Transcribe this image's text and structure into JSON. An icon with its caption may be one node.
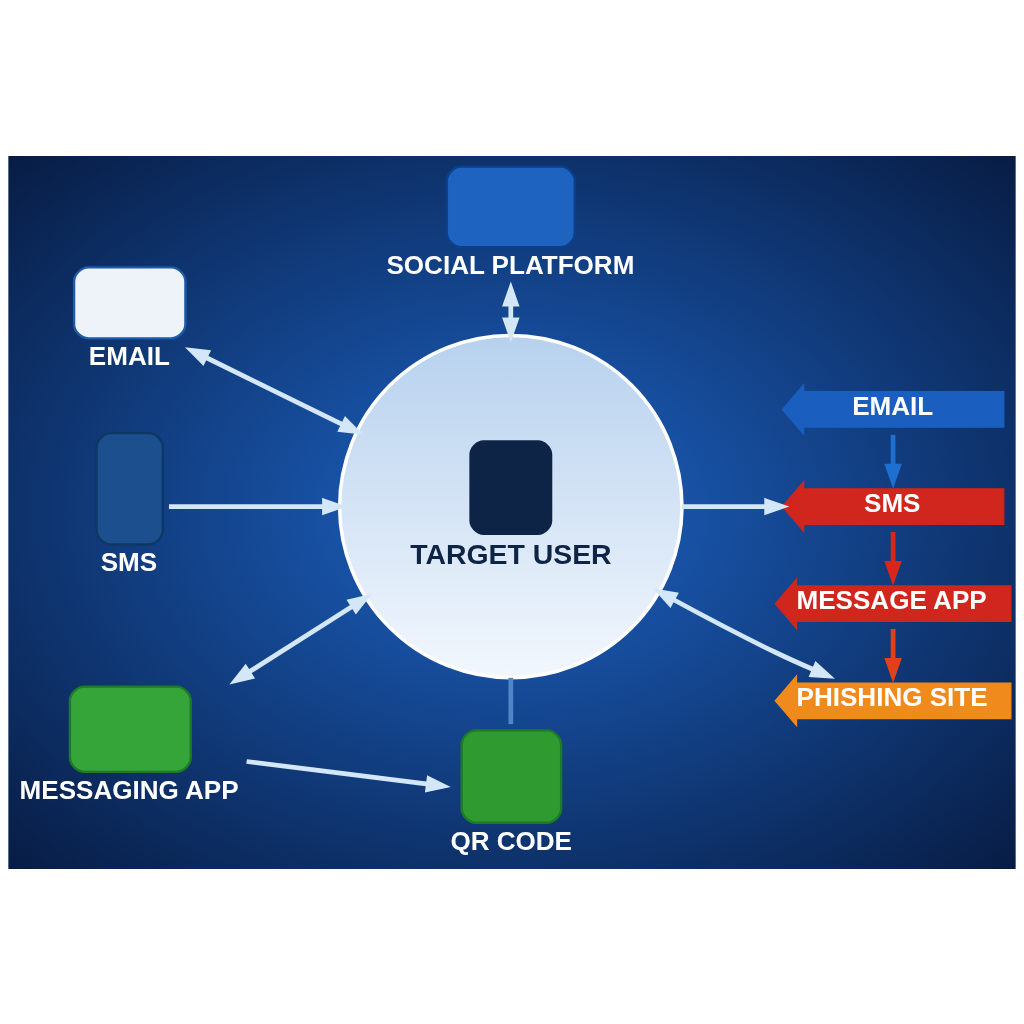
{
  "diagram": {
    "nodes": [
      {
        "text": [
          "EMAIL"
        ]
      },
      {
        "text": [
          "SOCIAL PLATFORM"
        ]
      },
      {
        "text": [
          "SMS"
        ]
      },
      {
        "text": [
          "TARGET USER"
        ]
      },
      {
        "text": [
          "EMAIL"
        ]
      },
      {
        "text": [
          "SMS"
        ]
      },
      {
        "text": [
          "MESSAGE APP"
        ]
      },
      {
        "text": [
          "PHISHING SITE"
        ]
      },
      {
        "text": [
          "MESSAGING APP"
        ]
      },
      {
        "text": [
          "QR CODE"
        ]
      }
    ],
    "edges": [
      {
        "from": 0,
        "to": 3,
        "arrow": "both"
      },
      {
        "from": 1,
        "to": 3,
        "arrow": "both"
      },
      {
        "from": 2,
        "to": 3,
        "arrow": "to"
      },
      {
        "from": 3,
        "to": 5,
        "arrow": "to"
      },
      {
        "from": 3,
        "to": 7,
        "arrow": "both"
      },
      {
        "from": 8,
        "to": 3,
        "arrow": "both"
      },
      {
        "from": 3,
        "to": 9,
        "arrow": "none",
        "color": "#4f86c8"
      },
      {
        "from": 8,
        "to": 9,
        "arrow": "to"
      },
      {
        "from": 4,
        "to": 5,
        "arrow": "to",
        "color": "#1f6fd0"
      },
      {
        "from": 5,
        "to": 6,
        "arrow": "to",
        "color": "#d8261c"
      },
      {
        "from": 6,
        "to": 7,
        "arrow": "to",
        "color": "#e2401a"
      }
    ]
  }
}
